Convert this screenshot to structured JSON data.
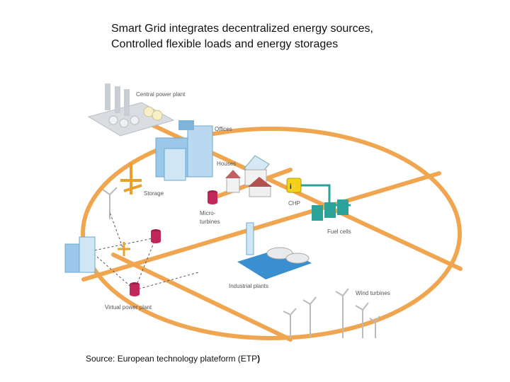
{
  "title": {
    "line1": "Smart Grid integrates decentralized energy sources,",
    "line2": "Controlled flexible loads and energy storages"
  },
  "labels": {
    "central_power_plant": "Central power plant",
    "offices": "Offices",
    "houses": "Houses",
    "storage": "Storage",
    "chp": "CHP",
    "micro_turbines_1": "Micro-",
    "micro_turbines_2": "turbines",
    "fuel_cells": "Fuel cells",
    "industrial_plants": "Industrial plants",
    "wind_turbines": "Wind turbines",
    "virtual_power_plant": "Virtual power plant"
  },
  "source": {
    "text": "Source: European technology plateform (ETP",
    "paren": ")"
  },
  "colors": {
    "grid_line": "#F0A650",
    "storage_node": "#C0285A",
    "building": "#9BC8E8",
    "fuel_cell": "#2BA39A",
    "chp_badge": "#F2D21B"
  }
}
